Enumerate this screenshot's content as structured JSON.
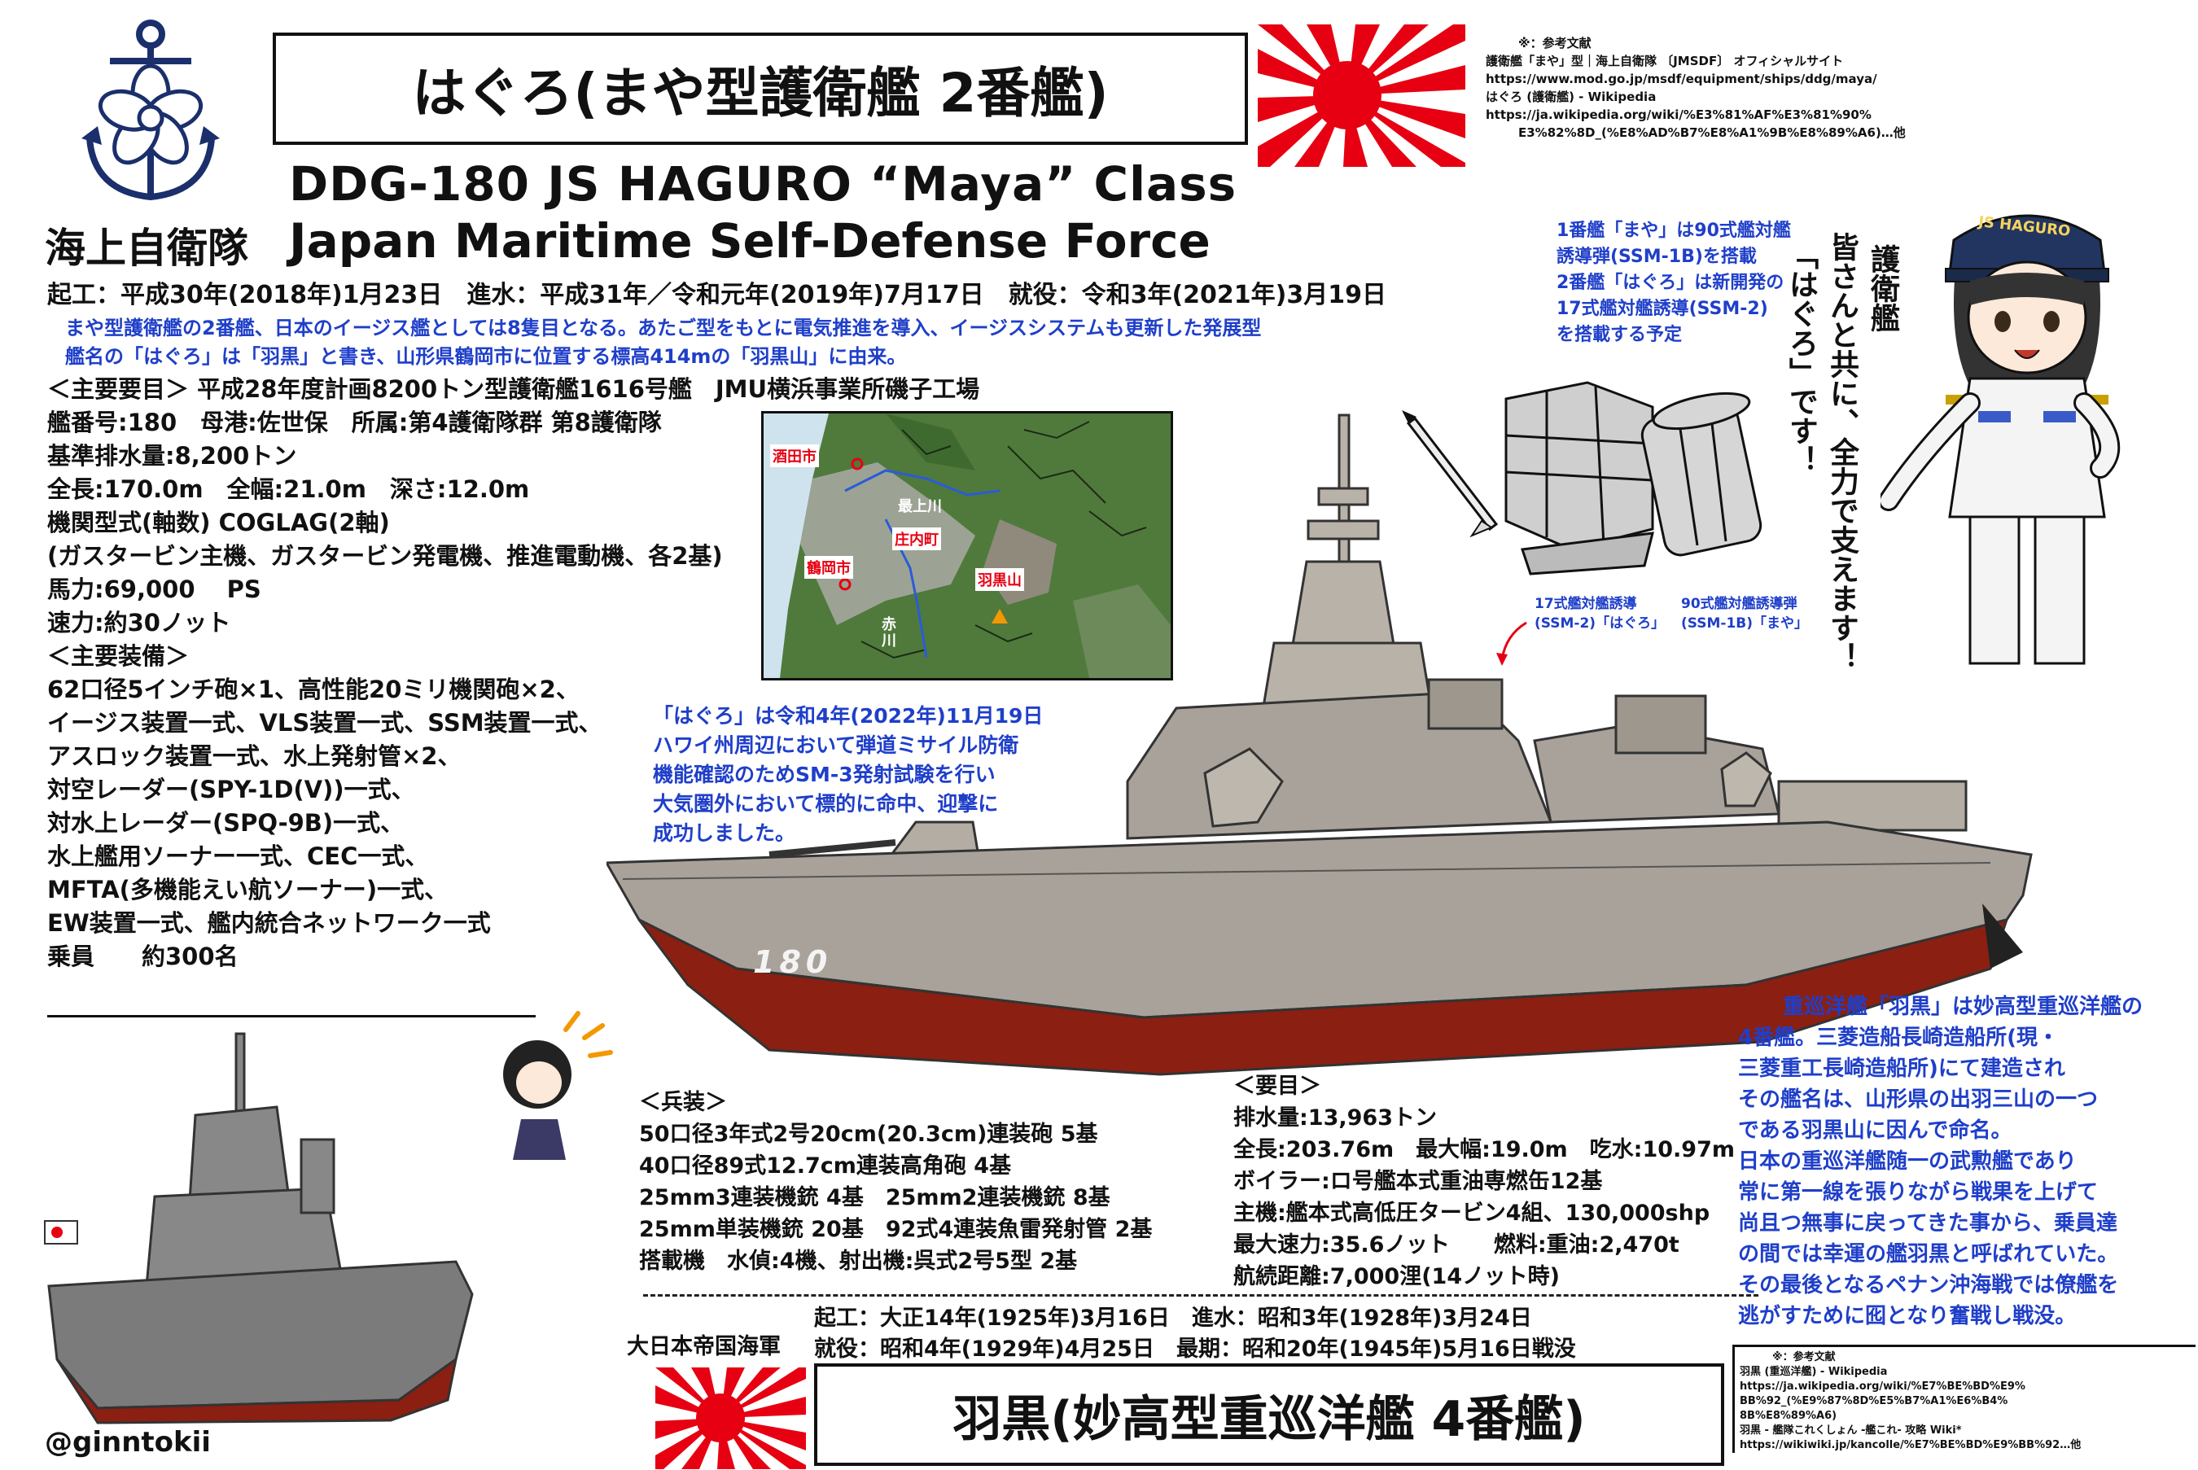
{
  "top_title": "はぐろ(まや型護衛艦 2番艦)",
  "english_line1": "DDG-180  JS  HAGURO  “Maya” Class",
  "english_line2": "Japan Maritime Self-Defense Force",
  "org_jp": "海上自衛隊",
  "references_top": {
    "heading": "※：参考文献",
    "lines": [
      "護衛艦「まや」型｜海上自衛隊 〔JMSDF〕 オフィシャルサイト",
      "https://www.mod.go.jp/msdf/equipment/ships/ddg/maya/",
      "はぐろ (護衛艦) - Wikipedia",
      "https://ja.wikipedia.org/wiki/%E3%81%AF%E3%81%90%",
      "E3%82%8D_(%E8%AD%B7%E8%A1%9B%E8%89%A6)…他"
    ]
  },
  "dates_line": "起工：平成30年(2018年)1月23日　進水：平成31年／令和元年(2019年)7月17日　就役：令和3年(2021年)3月19日",
  "intro_lines": [
    "まや型護衛艦の2番艦、日本のイージス艦としては8隻目となる。あたご型をもとに電気推進を導入、イージスシステムも更新した発展型",
    "艦名の「はぐろ」は「羽黒」と書き、山形県鶴岡市に位置する標高414mの「羽黒山」に由来。"
  ],
  "specs_heading": "＜主要要目＞ 平成28年度計画8200トン型護衛艦1616号艦　JMU横浜事業所磯子工場",
  "specs": [
    "艦番号:180　母港:佐世保　所属:第4護衛隊群 第8護衛隊",
    "基準排水量:8,200トン",
    "全長:170.0m　全幅:21.0m　深さ:12.0m",
    "機関型式(軸数) COGLAG(2軸)",
    "(ガスタービン主機、ガスタービン発電機、推進電動機、各2基)",
    "馬力:69,000　 PS",
    "速力:約30ノット"
  ],
  "equip_heading": "＜主要装備＞",
  "equip": [
    "62口径5インチ砲×1、高性能20ミリ機関砲×2、",
    "イージス装置一式、VLS装置一式、SSM装置一式、",
    "アスロック装置一式、水上発射管×2、",
    "対空レーダー(SPY-1D(V))一式、",
    "対水上レーダー(SPQ-9B)一式、",
    "水上艦用ソーナー一式、CEC一式、",
    "MFTA(多機能えい航ソーナー)一式、",
    "EW装置一式、艦内統合ネットワーク一式",
    "乗員　　約300名"
  ],
  "map": {
    "labels": {
      "sakata": "酒田市",
      "mogami": "最上川",
      "shonai": "庄内町",
      "tsuruoka": "鶴岡市",
      "akagawa": "赤川",
      "haguro": "羽黒山"
    }
  },
  "missile_note": [
    "1番艦「まや」は90式艦対艦",
    "誘導弾(SSM-1B)を搭載",
    "2番艦「はぐろ」は新開発の",
    "17式艦対艦誘導(SSM-2)",
    "を搭載する予定"
  ],
  "launcher_labels": {
    "left": [
      "17式艦対艦誘導",
      "(SSM-2)「はぐろ」"
    ],
    "right": [
      "90式艦対艦誘導弾",
      "(SSM-1B)「まや」"
    ]
  },
  "sm3_note": [
    "「はぐろ」は令和4年(2022年)11月19日",
    "ハワイ州周辺において弾道ミサイル防衛",
    "機能確認のためSM-3発射試験を行い",
    "大気圏外において標的に命中、迎撃に",
    "成功しました。"
  ],
  "hull_number": "180",
  "character": {
    "cap_text": "JS HAGURO",
    "speech": [
      "護衛艦",
      "「はぐろ」です！",
      "皆さんと共に、全力で支えます！"
    ]
  },
  "old_ship_armament": {
    "heading": "＜兵装＞",
    "lines": [
      "50口径3年式2号20cm(20.3cm)連装砲 5基",
      "40口径89式12.7cm連装高角砲 4基",
      "25mm3連装機銃 4基　25mm2連装機銃 8基",
      "25mm単装機銃 20基　92式4連装魚雷発射管 2基",
      "搭載機　水偵:4機、射出機:呉式2号5型 2基"
    ]
  },
  "old_ship_specs": {
    "heading": "＜要目＞",
    "lines": [
      "排水量:13,963トン",
      "全長:203.76m　最大幅:19.0m　吃水:10.97m",
      "ボイラー:ロ号艦本式重油専燃缶12基",
      "主機:艦本式高低圧タービン4組、130,000shp",
      "最大速力:35.6ノット　　燃料:重油:2,470t",
      "航続距離:7,000浬(14ノット時)"
    ]
  },
  "old_ship_history": [
    "重巡洋艦「羽黒」は妙高型重巡洋艦の",
    "4番艦。三菱造船長崎造船所(現・",
    "三菱重工長崎造船所)にて建造され",
    "その艦名は、山形県の出羽三山の一つ",
    "である羽黒山に因んで命名。",
    "日本の重巡洋艦随一の武勲艦であり",
    "常に第一線を張りながら戦果を上げて",
    "尚且つ無事に戻ってきた事から、乗員達",
    "の間では幸運の艦羽黒と呼ばれていた。",
    "その最後となるペナン沖海戦では僚艦を",
    "逃がすために囮となり奮戦し戦没。"
  ],
  "old_ship_dates": [
    "起工：大正14年(1925年)3月16日　進水：昭和3年(1928年)3月24日",
    "就役：昭和4年(1929年)4月25日　最期：昭和20年(1945年)5月16日戦没"
  ],
  "ijn_label": "大日本帝国海軍",
  "bottom_title": "羽黒(妙高型重巡洋艦 4番艦)",
  "references_bottom": {
    "heading": "※：参考文献",
    "lines": [
      "羽黒 (重巡洋艦) - Wikipedia",
      "https://ja.wikipedia.org/wiki/%E7%BE%BD%E9%",
      "BB%92_(%E9%87%8D%E5%B7%A1%E6%B4%",
      "8B%E8%89%A6)",
      "羽黒 - 艦隊これくしょん -艦これ- 攻略 Wiki*",
      "https://wikiwiki.jp/kancolle/%E7%BE%BD%E9%BB%92…他"
    ]
  },
  "credit": "@ginntokii",
  "colors": {
    "blue_text": "#1f3fc9",
    "flag_red": "#e60012",
    "hull_red": "#8b1f12",
    "ship_grey": "#a8a29a"
  }
}
